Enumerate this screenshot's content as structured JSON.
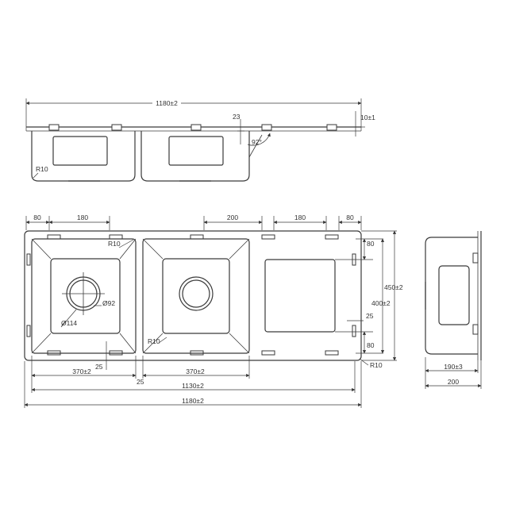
{
  "top_view": {
    "overall_width": "1180±2",
    "corner_radius": "R10",
    "flange_depth": "23",
    "flange_thickness": "10±1",
    "drain_angle": "92°"
  },
  "plan_view": {
    "left_margin": "80",
    "bowl_offset": "180",
    "drainer_offset": "200",
    "drainer_recess": "180",
    "right_margin": "80",
    "bowl_radius_top": "R10",
    "waste_outer_dia": "Ø114",
    "waste_inner_dia": "Ø92",
    "bowl_radius_bottom": "R10",
    "bowl_gap": "25",
    "bowl1_width": "370±2",
    "bowl2_width": "370±2",
    "centre_gap": "25",
    "inner_width": "1130±2",
    "overall_width": "1180±2",
    "top_margin": "80",
    "overall_depth": "450±2",
    "inner_depth": "400±2",
    "side_gap": "25",
    "bottom_margin": "80",
    "corner_radius": "R10"
  },
  "side_view": {
    "bowl_depth": "190±3",
    "overall_depth": "200"
  }
}
